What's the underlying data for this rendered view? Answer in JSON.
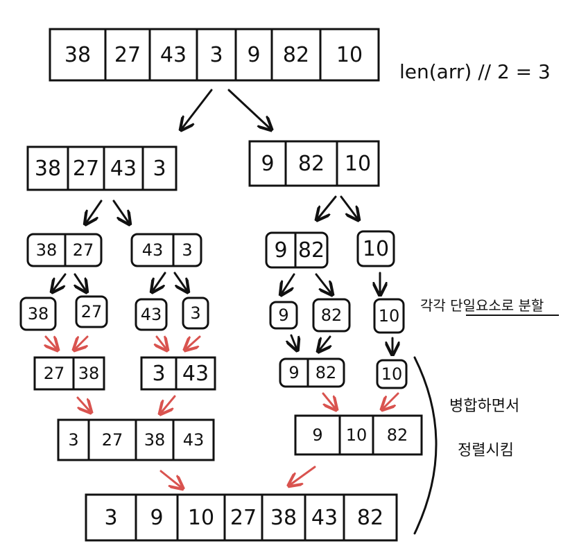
{
  "annotations": {
    "len_formula": "len(arr) // 2 = 3",
    "split_note": "각각 단일요소로 분할",
    "merge_note_1": "병합하면서",
    "merge_note_2": "정렬시킴"
  },
  "arrays": {
    "top": [
      "38",
      "27",
      "43",
      "3",
      "9",
      "82",
      "10"
    ],
    "left_half": [
      "38",
      "27",
      "43",
      "3"
    ],
    "right_half": [
      "9",
      "82",
      "10"
    ],
    "l_pair_a": [
      "38",
      "27"
    ],
    "l_pair_b": [
      "43",
      "3"
    ],
    "r_pair_a": [
      "9",
      "82"
    ],
    "r_single": [
      "10"
    ],
    "single_38": [
      "38"
    ],
    "single_27": [
      "27"
    ],
    "single_43": [
      "43"
    ],
    "single_3": [
      "3"
    ],
    "single_9": [
      "9"
    ],
    "single_82": [
      "82"
    ],
    "single_10": [
      "10"
    ],
    "merged_l_a": [
      "27",
      "38"
    ],
    "merged_l_b": [
      "3",
      "43"
    ],
    "merged_r_a": [
      "9",
      "82"
    ],
    "merged_r_single": [
      "10"
    ],
    "merged_left": [
      "3",
      "27",
      "38",
      "43"
    ],
    "merged_right": [
      "9",
      "10",
      "82"
    ],
    "final": [
      "3",
      "9",
      "10",
      "27",
      "38",
      "43",
      "82"
    ]
  },
  "colors": {
    "ink": "#111111",
    "merge_arrow": "#d9534f"
  }
}
